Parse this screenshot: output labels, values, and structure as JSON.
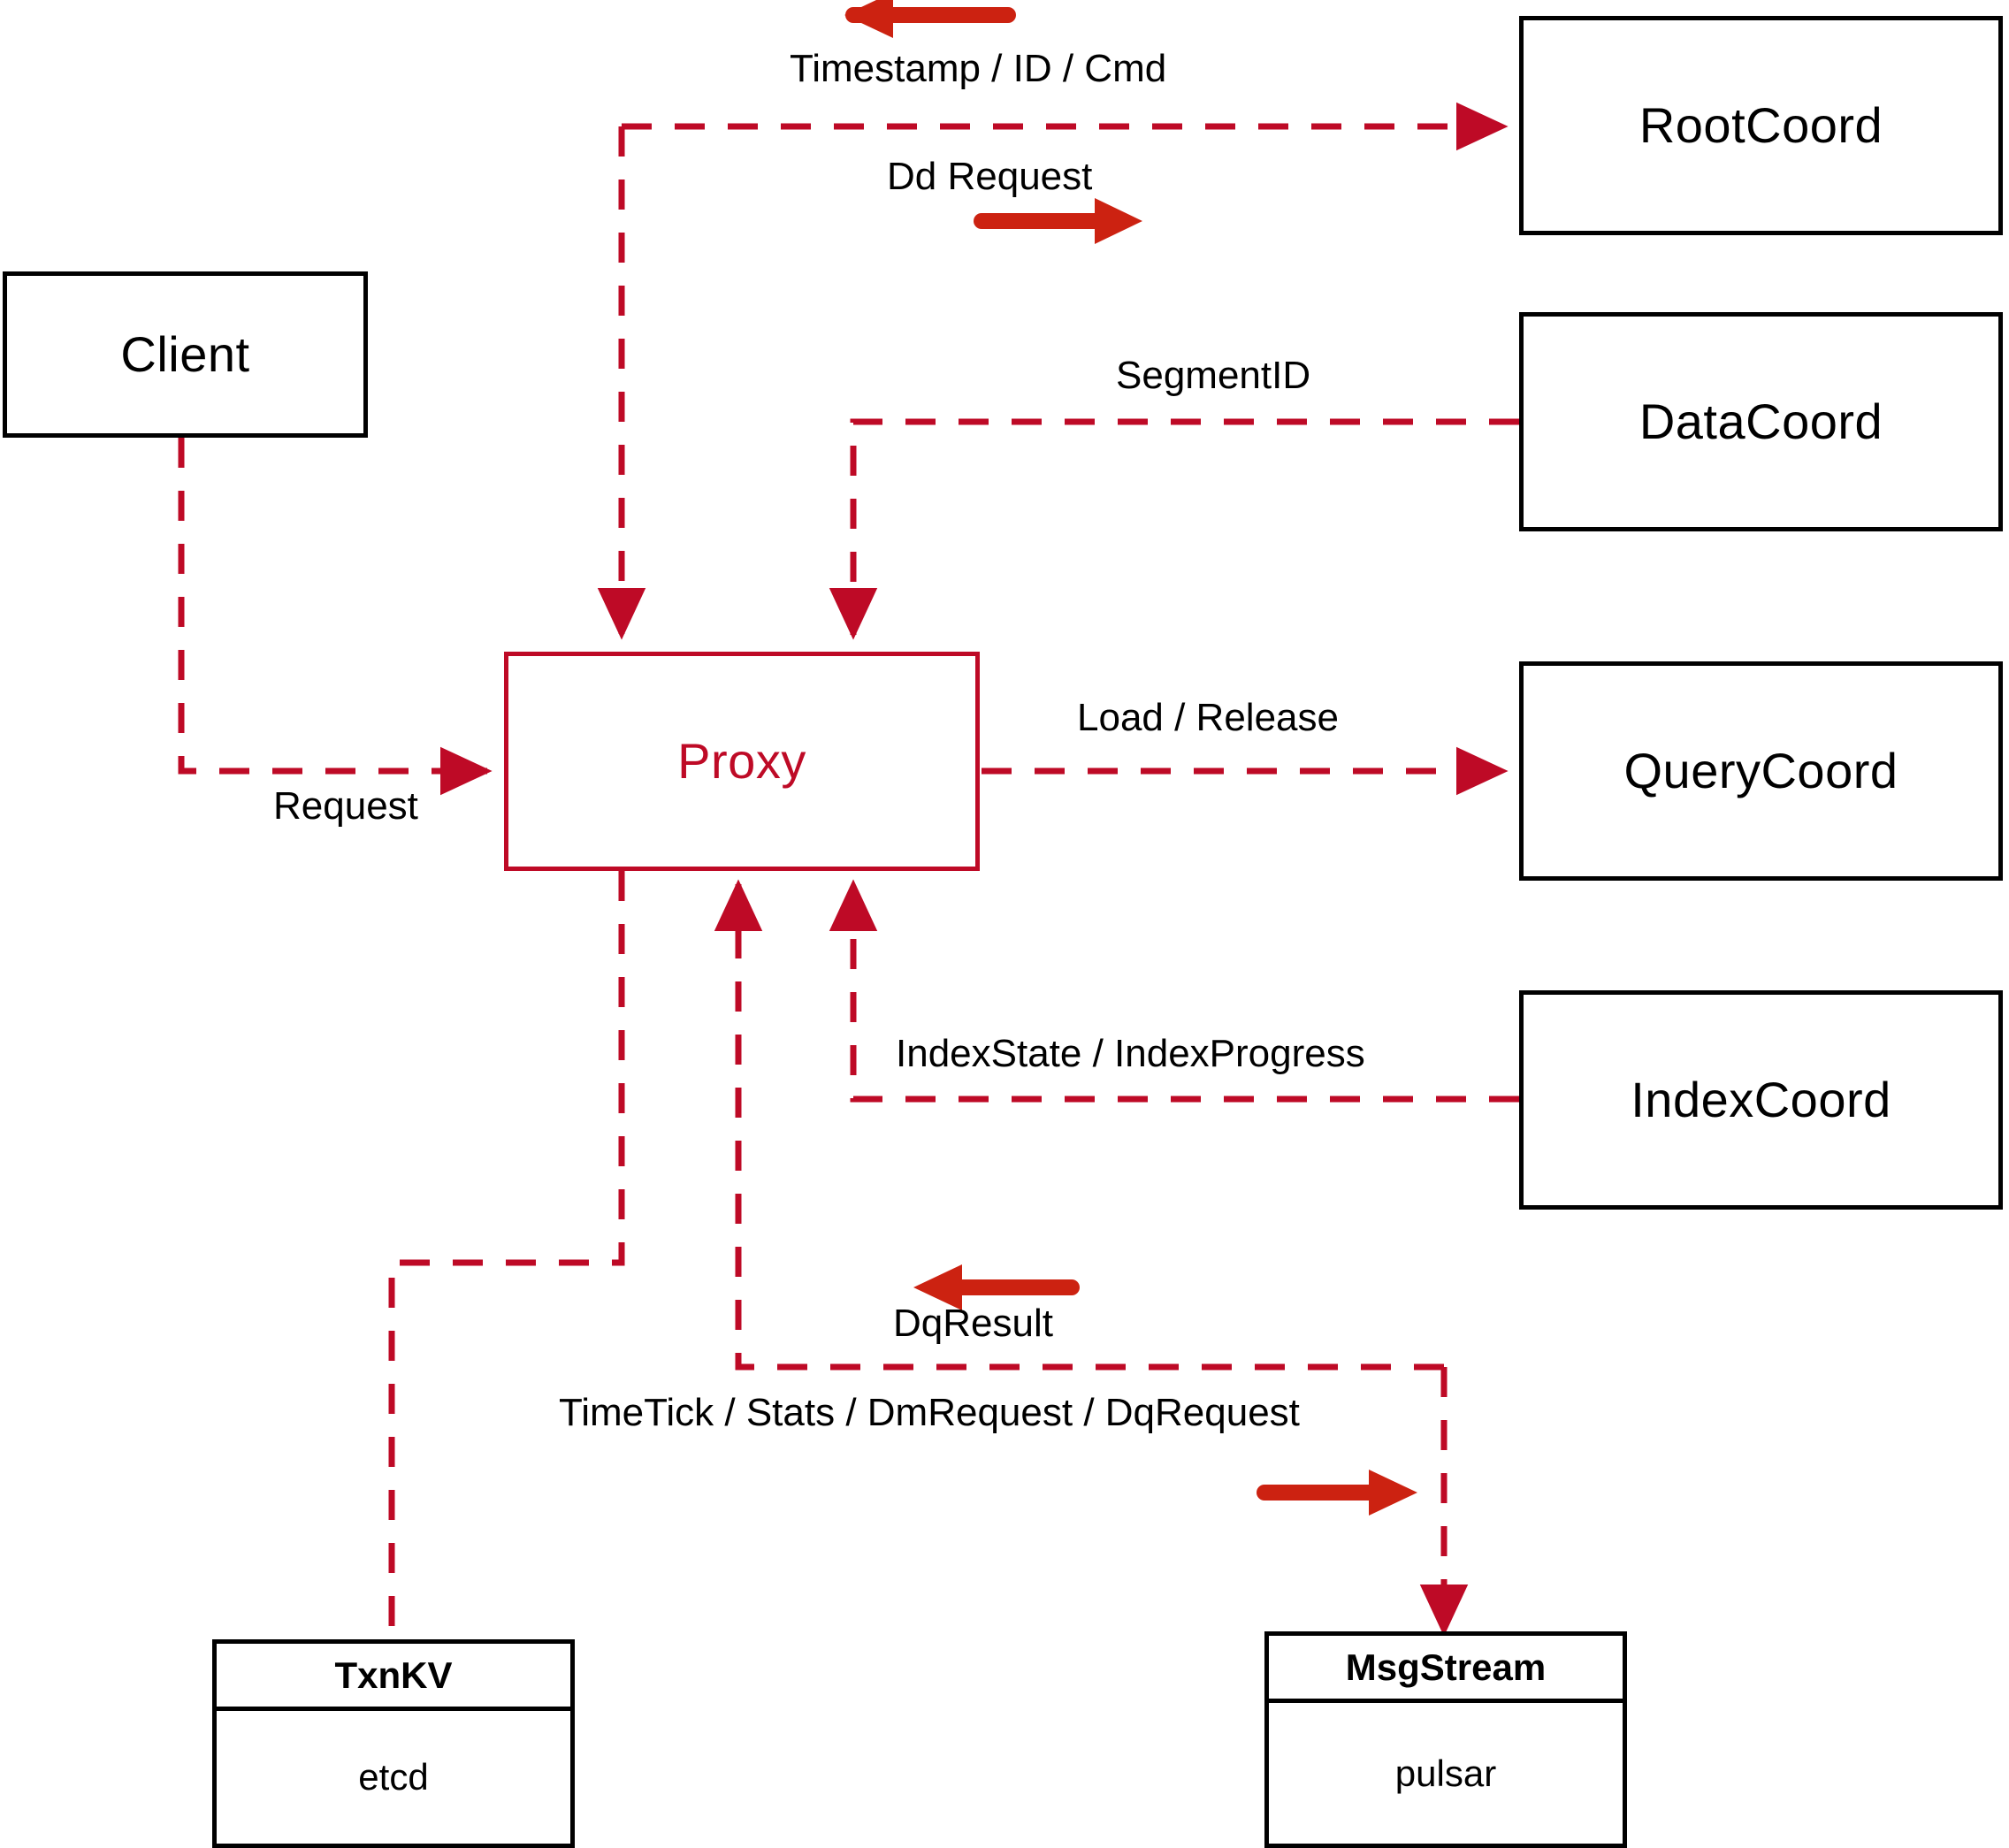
{
  "diagram": {
    "title": "Milvus Proxy component interaction diagram",
    "colors": {
      "node_border": "#000000",
      "accent": "#BE0A26",
      "solid_arrow": "#CC2211",
      "background": "#FFFFFF",
      "text": "#000000"
    },
    "nodes": {
      "client": {
        "label": "Client"
      },
      "proxy": {
        "label": "Proxy"
      },
      "root_coord": {
        "label": "RootCoord"
      },
      "data_coord": {
        "label": "DataCoord"
      },
      "query_coord": {
        "label": "QueryCoord"
      },
      "index_coord": {
        "label": "IndexCoord"
      },
      "txn_kv": {
        "header": "TxnKV",
        "body": "etcd"
      },
      "msg_stream": {
        "header": "MsgStream",
        "body": "pulsar"
      }
    },
    "edge_labels": {
      "timestamp_id_cmd": "Timestamp / ID / Cmd",
      "dd_request": "Dd Request",
      "segment_id": "SegmentID",
      "request": "Request",
      "load_release": "Load / Release",
      "index_state_progress": "IndexState / IndexProgress",
      "dq_result": "DqResult",
      "timetick_stats": "TimeTick / Stats / DmRequest / DqRequest"
    },
    "direction_markers": [
      {
        "name": "timestamp-direction-arrow",
        "points": "left"
      },
      {
        "name": "dd-request-direction-arrow",
        "points": "right"
      },
      {
        "name": "dq-result-direction-arrow",
        "points": "left"
      },
      {
        "name": "timetick-direction-arrow",
        "points": "right"
      }
    ]
  }
}
